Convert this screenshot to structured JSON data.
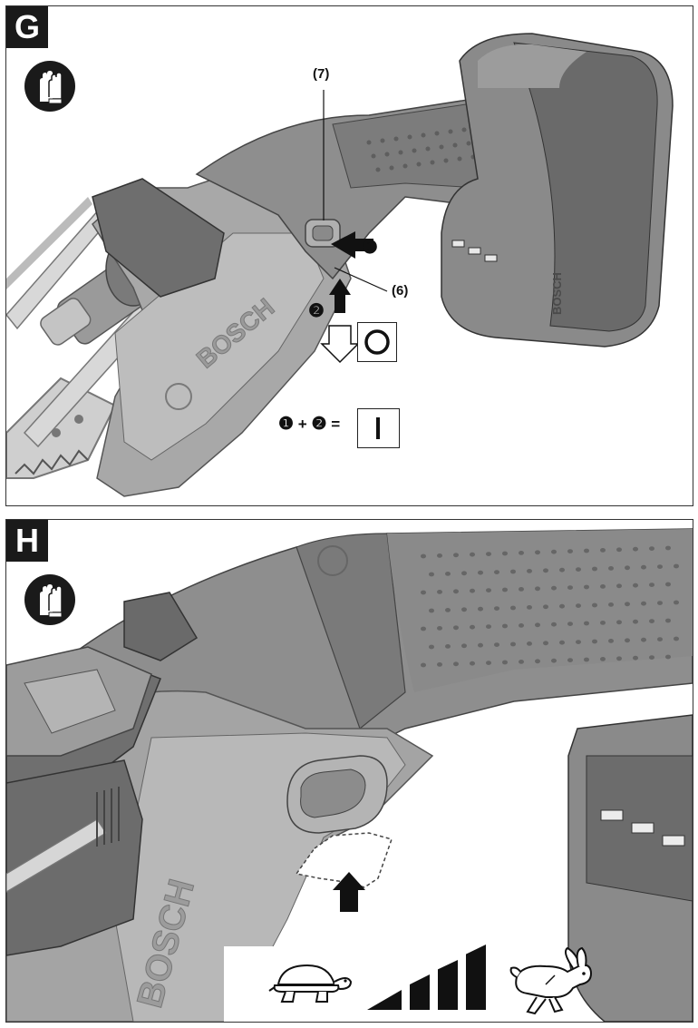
{
  "figure_g": {
    "letter": "G",
    "callout_7": "(7)",
    "callout_6": "(6)",
    "step_1": "❶",
    "step_2": "❷",
    "plus": "+",
    "equals": "=",
    "off_symbol": "O",
    "on_symbol": "|",
    "brand_mark": "BOSCH"
  },
  "figure_h": {
    "letter": "H",
    "brand_mark": "BOSCH",
    "speed_levels": 4
  },
  "icons": {
    "gloves": "gloves-icon",
    "slow": "turtle-icon",
    "fast": "rabbit-icon"
  },
  "colors": {
    "body_grey": "#8a8a8a",
    "dark_grey": "#5a5a5a",
    "light_grey": "#b4b4b4",
    "black": "#1a1a1a"
  }
}
